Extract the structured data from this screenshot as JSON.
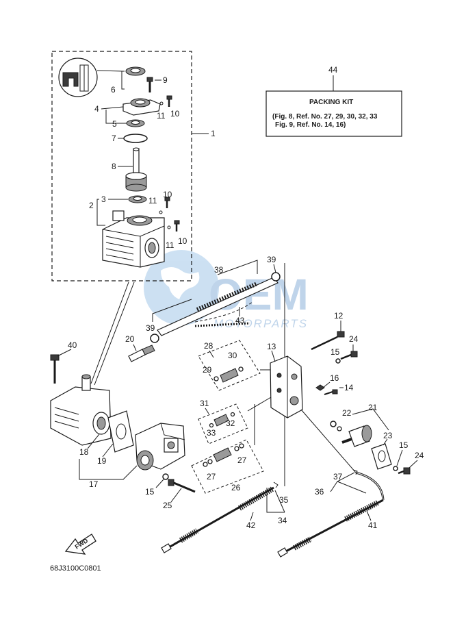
{
  "diagram": {
    "code": "68J3100C0801",
    "fwd_label": "FWD",
    "watermark": {
      "main": "OEM",
      "sub": "MOTORPARTS"
    },
    "packing_kit": {
      "ref": "44",
      "title": "PACKING KIT",
      "line1": "(Fig. 8, Ref. No. 27, 29, 30, 32, 33",
      "line2": "Fig. 9, Ref. No. 14, 16)"
    },
    "callouts": {
      "c1": "1",
      "c2": "2",
      "c3": "3",
      "c4": "4",
      "c5": "5",
      "c6": "6",
      "c7": "7",
      "c8": "8",
      "c9": "9",
      "c10a": "10",
      "c10b": "10",
      "c10c": "10",
      "c11a": "11",
      "c11b": "11",
      "c11c": "11",
      "c12": "12",
      "c13": "13",
      "c14": "14",
      "c15a": "15",
      "c15b": "15",
      "c15c": "15",
      "c16": "16",
      "c17": "17",
      "c18": "18",
      "c19": "19",
      "c20": "20",
      "c21": "21",
      "c22": "22",
      "c23": "23",
      "c24a": "24",
      "c24b": "24",
      "c25": "25",
      "c26": "26",
      "c27a": "27",
      "c27b": "27",
      "c28": "28",
      "c29": "29",
      "c30": "30",
      "c31": "31",
      "c32": "32",
      "c33": "33",
      "c34": "34",
      "c35": "35",
      "c36": "36",
      "c37": "37",
      "c38": "38",
      "c39a": "39",
      "c39b": "39",
      "c40": "40",
      "c41": "41",
      "c42": "42",
      "c43": "43"
    }
  }
}
